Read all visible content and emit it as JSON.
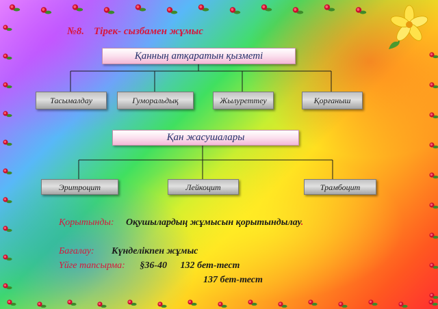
{
  "slide": {
    "title_number": "№8.",
    "title_text": "Тірек- сызбамен жұмыс",
    "diagram1": {
      "header": "Қанның атқаратын қызметі",
      "children": [
        "Тасымалдау",
        "Гуморальдық",
        "Жылуреттеу",
        "Қорғаныш"
      ]
    },
    "diagram2": {
      "header": "Қан жасушалары",
      "children": [
        "Эритроцит",
        "Лейкоцит",
        "Трамбоцит"
      ]
    },
    "conclusion_label": "Қорытынды:",
    "conclusion_text": "Оқушылардың жұмысын қорытындылау",
    "conclusion_dot": ".",
    "grading_label": "Бағалау:",
    "grading_text": "Күнделікпен жұмыс",
    "homework_label": "Үйге тапсырма:",
    "homework_section": "§36-40",
    "homework_item1": "132 бет-тест",
    "homework_item2": "137 бет-тест"
  },
  "colors": {
    "accent_red": "#d8163c",
    "header_text": "#23306a"
  },
  "decorations": {
    "border_icon": "rose-border-icon",
    "corner_icon": "yellow-flower-icon"
  }
}
